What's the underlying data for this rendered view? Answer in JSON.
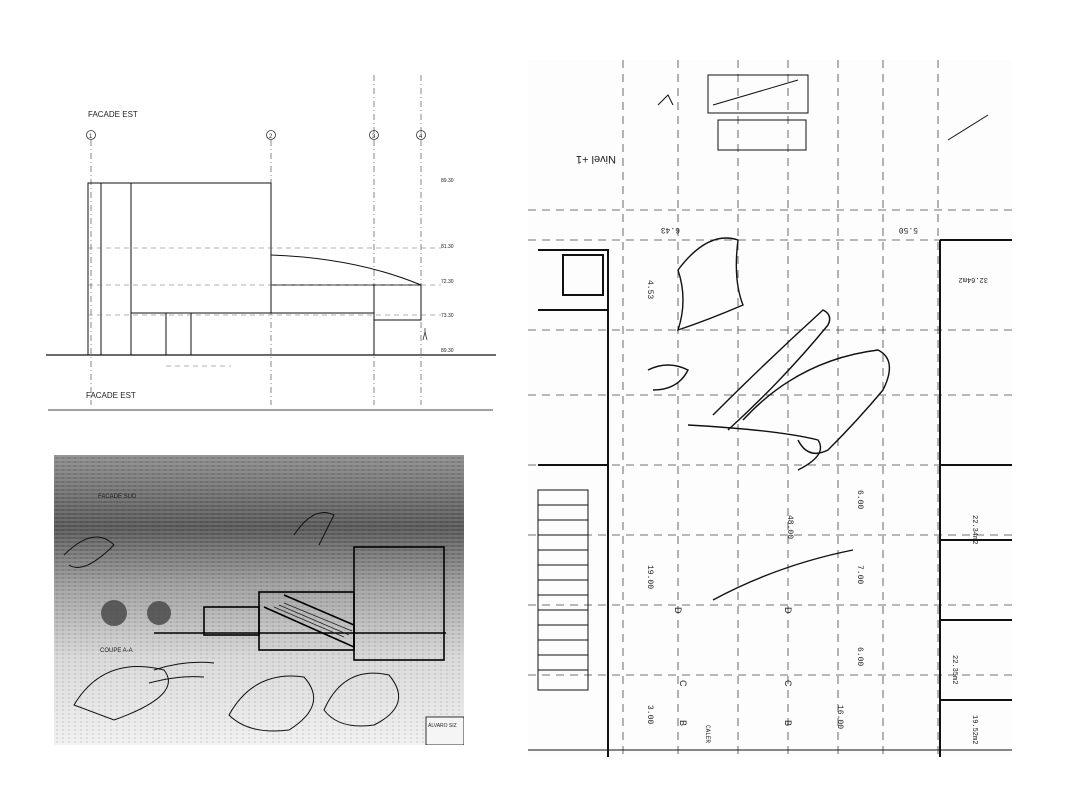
{
  "elevation": {
    "title_top": "FACADE EST",
    "title_bottom": "FACADE EST",
    "grid_labels": [
      "1",
      "2",
      "3",
      "4"
    ],
    "levels": [
      "89.30",
      "81.30",
      "72.30",
      "73.30",
      "89.30"
    ]
  },
  "section": {
    "label_sud": "FACADE SUD",
    "label_coupe": "COUPE A-A",
    "note": "ÁLVARO SIZ"
  },
  "plan": {
    "level_label": "Nivel +1",
    "dimensions": [
      "6.43",
      "5.50",
      "4.53",
      "48.00",
      "6.00",
      "7.00",
      "19.00",
      "6.00",
      "3.00",
      "16.00"
    ],
    "room_areas": [
      "32.64m2",
      "22.34m2",
      "22.35m2",
      "19.52m2"
    ],
    "markers": [
      "D",
      "D",
      "C",
      "C",
      "B",
      "B"
    ],
    "caller_label": "CALER"
  }
}
